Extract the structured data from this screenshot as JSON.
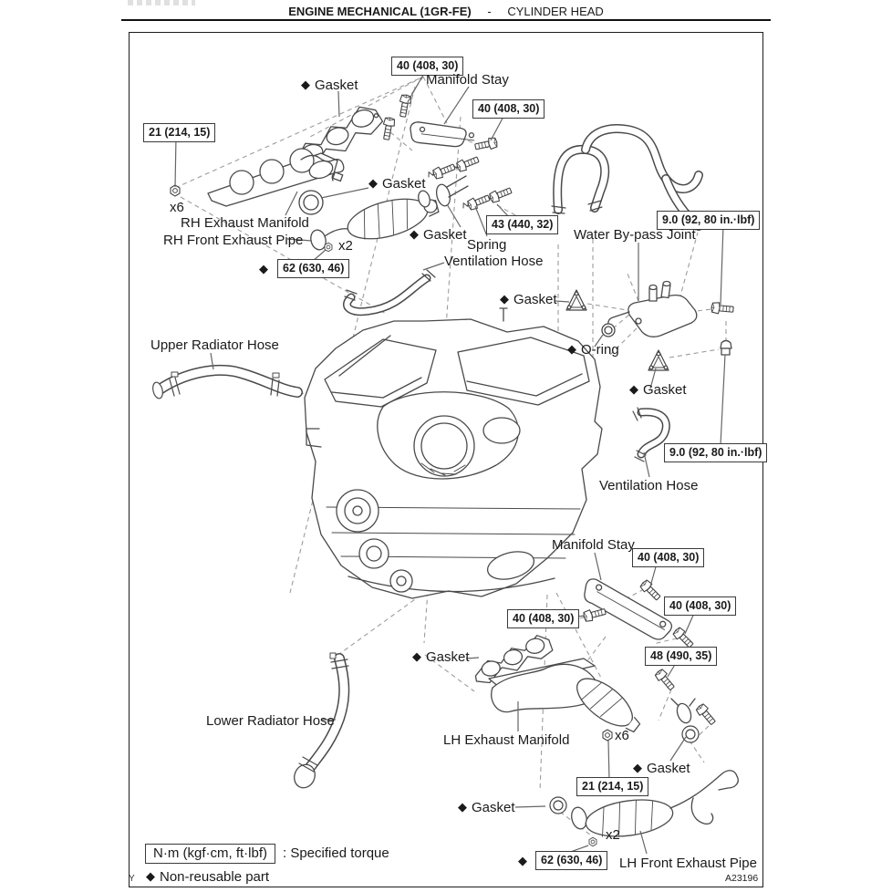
{
  "header": {
    "section": "ENGINE MECHANICAL (1GR-FE)",
    "separator": "-",
    "subsection": "CYLINDER HEAD"
  },
  "symbols": {
    "non_reusable": "◆"
  },
  "torques": {
    "t40": "40 (408, 30)",
    "t21": "21 (214, 15)",
    "t43": "43 (440, 32)",
    "t9": "9.0 (92, 80 in.·lbf)",
    "t62": "62 (630, 46)",
    "t48": "48 (490, 35)"
  },
  "parts": {
    "gasket": "Gasket",
    "o_ring": "O-ring",
    "manifold_stay": "Manifold Stay",
    "spring": "Spring",
    "water_bypass_joint": "Water By-pass Joint",
    "ventilation_hose": "Ventilation Hose",
    "upper_radiator_hose": "Upper Radiator Hose",
    "lower_radiator_hose": "Lower Radiator Hose",
    "rh_exhaust_manifold": "RH Exhaust Manifold",
    "rh_front_exhaust_pipe": "RH Front Exhaust Pipe",
    "lh_exhaust_manifold": "LH Exhaust Manifold",
    "lh_front_exhaust_pipe": "LH Front Exhaust Pipe"
  },
  "quantities": {
    "x6": "x6",
    "x2": "x2"
  },
  "legend": {
    "torque_unit": "N·m (kgf·cm, ft·lbf)",
    "torque_caption": ": Specified torque",
    "non_reusable_caption": "Non-reusable part"
  },
  "figure_code": "A23196",
  "corner_mark": "Y"
}
